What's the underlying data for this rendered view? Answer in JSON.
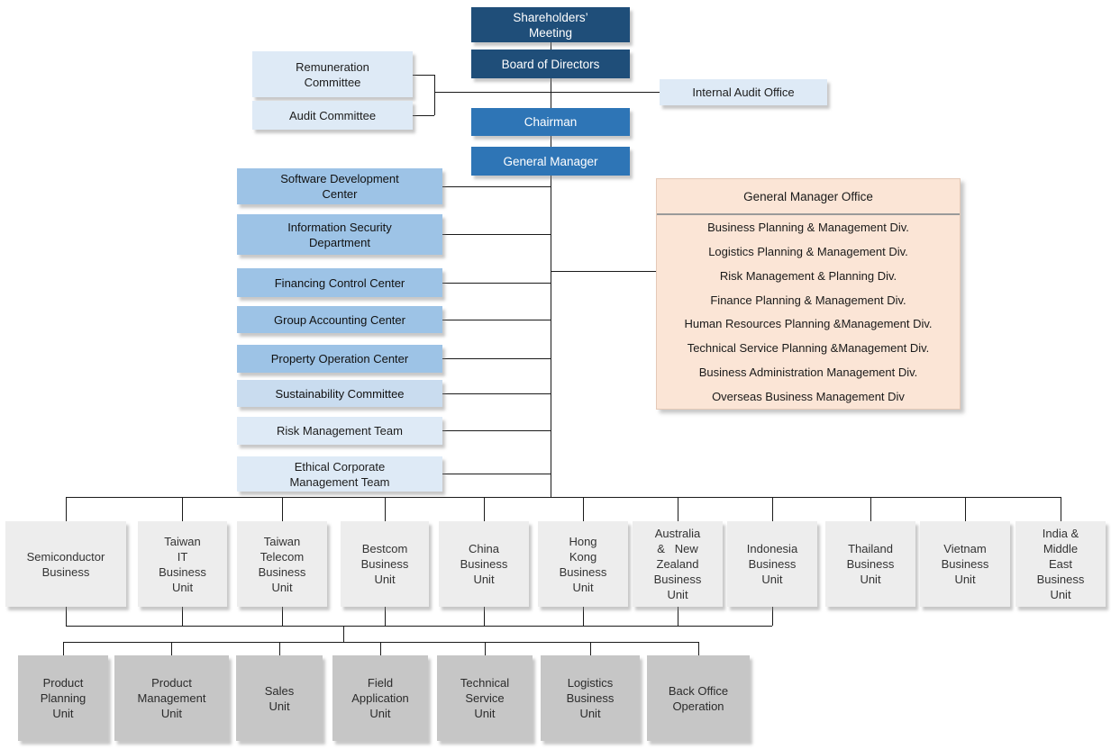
{
  "nodes": {
    "shareholders_meeting": "Shareholders’\nMeeting",
    "board_of_directors": "Board of Directors",
    "remuneration_committee": "Remuneration\nCommittee",
    "audit_committee": "Audit Committee",
    "internal_audit_office": "Internal Audit Office",
    "chairman": "Chairman",
    "general_manager": "General Manager"
  },
  "staff_units": [
    "Software Development\nCenter",
    "Information Security\nDepartment",
    "Financing Control Center",
    "Group Accounting Center",
    "Property Operation Center",
    "Sustainability Committee",
    "Risk Management Team",
    "Ethical Corporate\nManagement Team"
  ],
  "general_manager_office": {
    "title": "General Manager Office",
    "divisions": [
      "Business Planning & Management Div.",
      "Logistics Planning & Management Div.",
      "Risk Management & Planning Div.",
      "Finance Planning & Management Div.",
      "Human Resources Planning &Management Div.",
      "Technical Service Planning &Management Div.",
      "Business Administration Management Div.",
      "Overseas Business Management Div"
    ]
  },
  "business_units": [
    "Semiconductor\nBusiness",
    "Taiwan\nIT\nBusiness\nUnit",
    "Taiwan\nTelecom\nBusiness\nUnit",
    "Bestcom\nBusiness\nUnit",
    "China\nBusiness\nUnit",
    "Hong\nKong\nBusiness\nUnit",
    "Australia\n&   New\nZealand\nBusiness\nUnit",
    "Indonesia\nBusiness\nUnit",
    "Thailand\nBusiness\nUnit",
    "Vietnam\nBusiness\nUnit",
    "India &\nMiddle\nEast\nBusiness\nUnit"
  ],
  "operation_units": [
    "Product\nPlanning\nUnit",
    "Product\nManagement\nUnit",
    "Sales\nUnit",
    "Field\nApplication\nUnit",
    "Technical\nService\nUnit",
    "Logistics\nBusiness\nUnit",
    "Back Office\nOperation"
  ],
  "colors": {
    "dark_navy": "#1F4E79",
    "medium_blue": "#2E75B6",
    "light_blue": "#DEEAF6",
    "steel_blue": "#9DC3E6",
    "pale_blue": "#C9DCEF",
    "peach": "#FBE5D6",
    "light_gray": "#EDEDED",
    "medium_gray": "#C6C6C6",
    "line": "#1a1a1a"
  }
}
